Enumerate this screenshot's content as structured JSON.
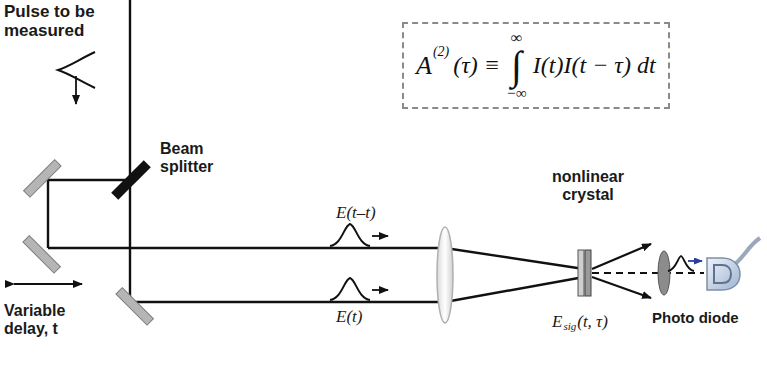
{
  "diagram": {
    "nodes": [
      {
        "text": [
          "A",
          "(2)",
          "(τ) ≡",
          "∞",
          "∫",
          "−∞",
          "I(t)I(t − τ) dt"
        ]
      }
    ],
    "labels": [
      "Pulse to be measured",
      "Beam splitter",
      "E(t–t)",
      "E(t)",
      "Variable delay, t",
      "nonlinear crystal",
      "E",
      "sig",
      "(t, τ)",
      "Photo diode"
    ]
  }
}
